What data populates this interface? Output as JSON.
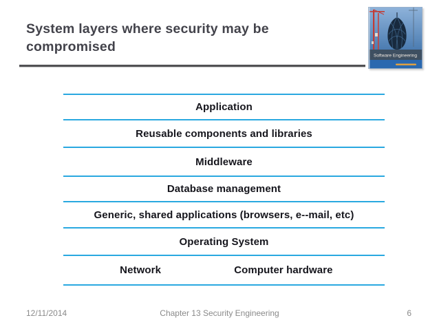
{
  "header": {
    "title_line1": "System layers where security may be",
    "title_line2": "compromised"
  },
  "book_cover": {
    "title": "Software Engineering"
  },
  "layers": {
    "items": [
      "Application",
      "Reusable components and libraries",
      "Middleware",
      "Database management",
      "Generic, shared applications (browsers, e--mail, etc)",
      "Operating System"
    ],
    "bottom_left": "Network",
    "bottom_right": "Computer hardware"
  },
  "footer": {
    "date": "12/11/2014",
    "center": "Chapter 13 Security Engineering",
    "page": "6"
  },
  "colors": {
    "layer_line_blue": "#29a8e0",
    "layer_text": "#15151c",
    "title_text": "#43434b",
    "title_rule": "#515154",
    "footer_gray": "#8a8a8a",
    "cover_sky_blue": "#6fa0cd",
    "cover_band": "#3e4f61",
    "cover_strip_blue": "#2a68af",
    "cover_crane_red": "#c23b34",
    "cover_author_orange": "#e8a33d"
  }
}
